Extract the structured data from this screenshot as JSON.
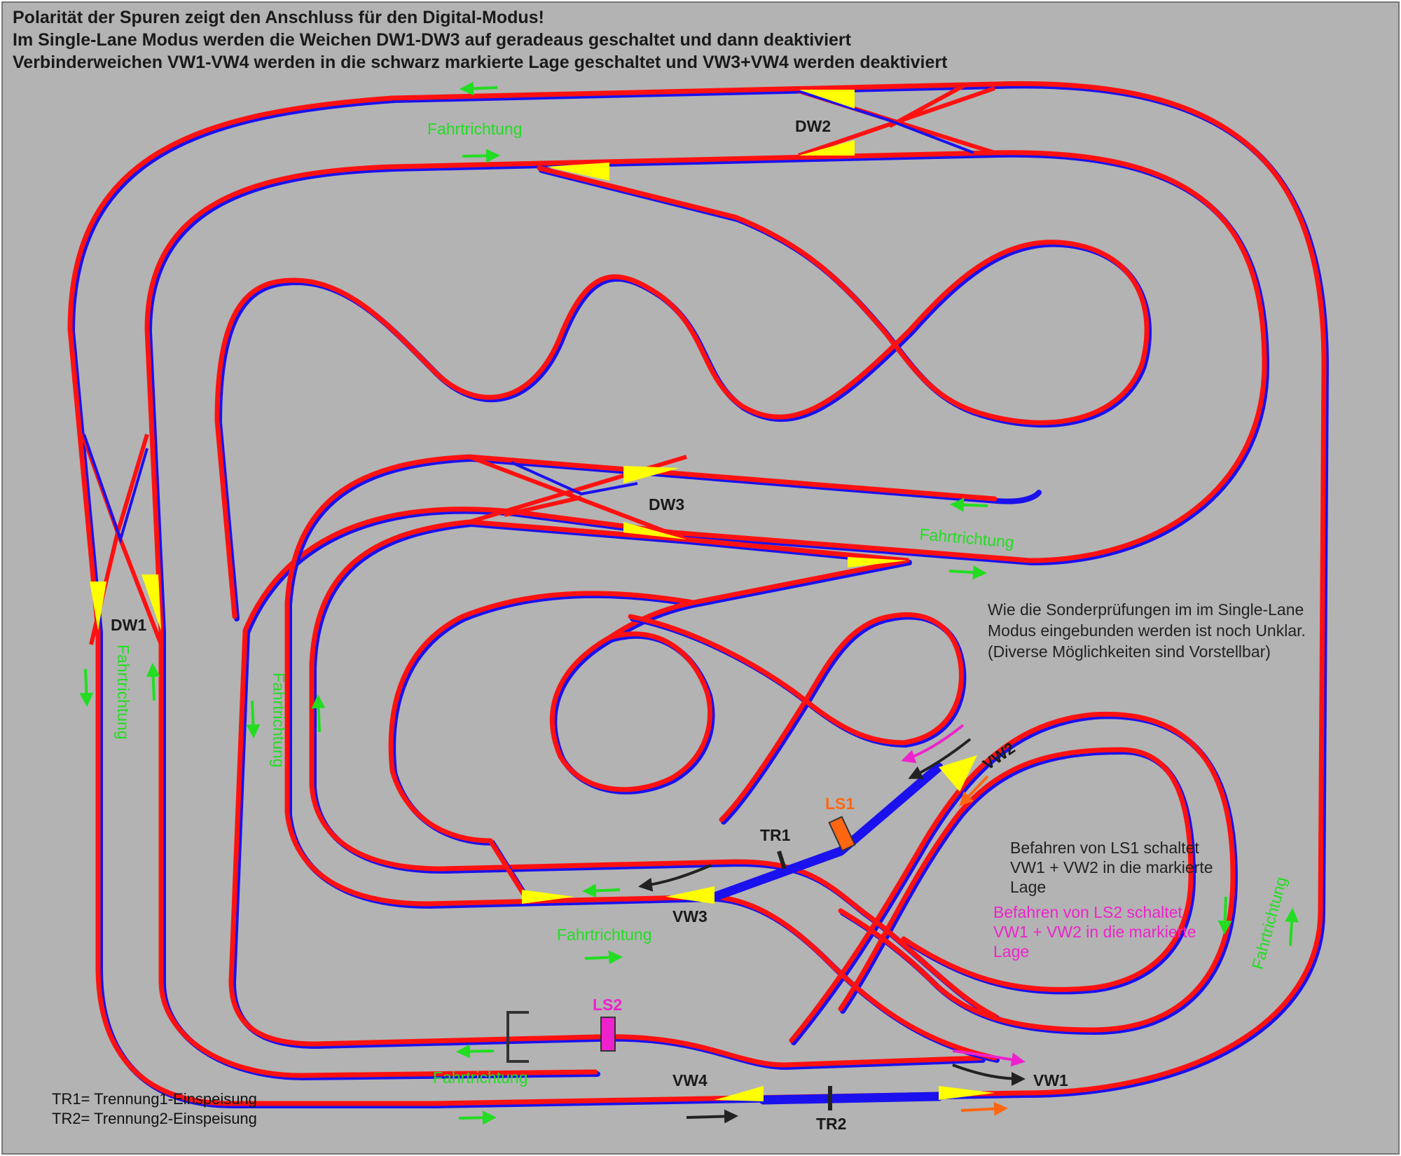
{
  "header": {
    "line1": "Polarität der Spuren zeigt den Anschluss für den Digital-Modus!",
    "line2": "Im Single-Lane Modus werden die Weichen DW1-DW3 auf geradeaus geschaltet und dann deaktiviert",
    "line3": "Verbinderweichen VW1-VW4 werden in die schwarz markierte Lage geschaltet und VW3+VW4 werden deaktiviert"
  },
  "switches": {
    "dw1": "DW1",
    "dw2": "DW2",
    "dw3": "DW3",
    "vw1": "VW1",
    "vw2": "VW2",
    "vw3": "VW3",
    "vw4": "VW4"
  },
  "sensors": {
    "ls1": "LS1",
    "ls2": "LS2"
  },
  "separators": {
    "tr1": "TR1",
    "tr2": "TR2"
  },
  "direction": "Fahrtrichtung",
  "notes": {
    "single_lane": [
      "Wie die Sonderprüfungen im im Single-Lane",
      "Modus eingebunden werden ist noch Unklar.",
      "(Diverse Möglichkeiten sind Vorstellbar)"
    ],
    "ls1": [
      "Befahren von LS1 schaltet",
      "VW1 + VW2 in die markierte",
      "Lage"
    ],
    "ls2": [
      "Befahren von LS2 schaltet",
      "VW1 + VW2 in die markierte",
      "Lage"
    ]
  },
  "legend": {
    "tr1": "TR1= Trennung1-Einspeisung",
    "tr2": "TR2= Trennung2-Einspeisung"
  },
  "colors": {
    "background": "#b3b3b3",
    "lane_red": "#ff1111",
    "lane_blue": "#1a11ee",
    "switch_yellow": "#ffff00",
    "direction_green": "#22dd22",
    "ls1_orange": "#ff6611",
    "ls2_magenta": "#ee22cc"
  }
}
